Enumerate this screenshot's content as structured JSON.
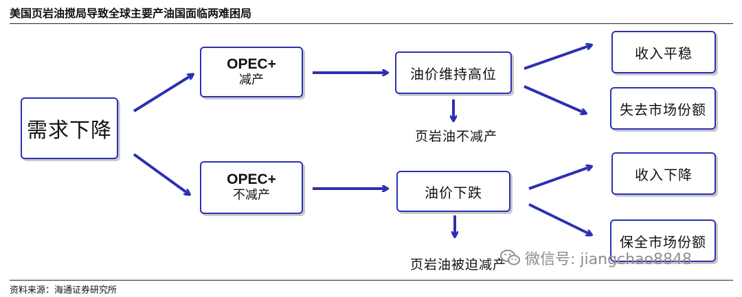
{
  "title": "美国页岩油搅局导致全球主要产油国面临两难困局",
  "source": "资料来源：海通证券研究所",
  "watermark": "微信号: jiangchao8848",
  "colors": {
    "box_border": "#2b2fb4",
    "arrow": "#2b2fb4",
    "shadow": "#c9c9c9"
  },
  "nodes": {
    "demand": "需求下降",
    "opec_cut": {
      "line1": "OPEC+",
      "line2": "减产"
    },
    "opec_nocut": {
      "line1": "OPEC+",
      "line2": "不减产"
    },
    "price_hold": "油价维持高位",
    "price_fall": "油价下跌",
    "income_stable": "收入平稳",
    "lose_share": "失去市场份额",
    "income_fall": "收入下降",
    "keep_share": "保全市场份额"
  },
  "notes": {
    "shale_no_cut": "页岩油不减产",
    "shale_forced_cut": "页岩油被迫减产"
  }
}
